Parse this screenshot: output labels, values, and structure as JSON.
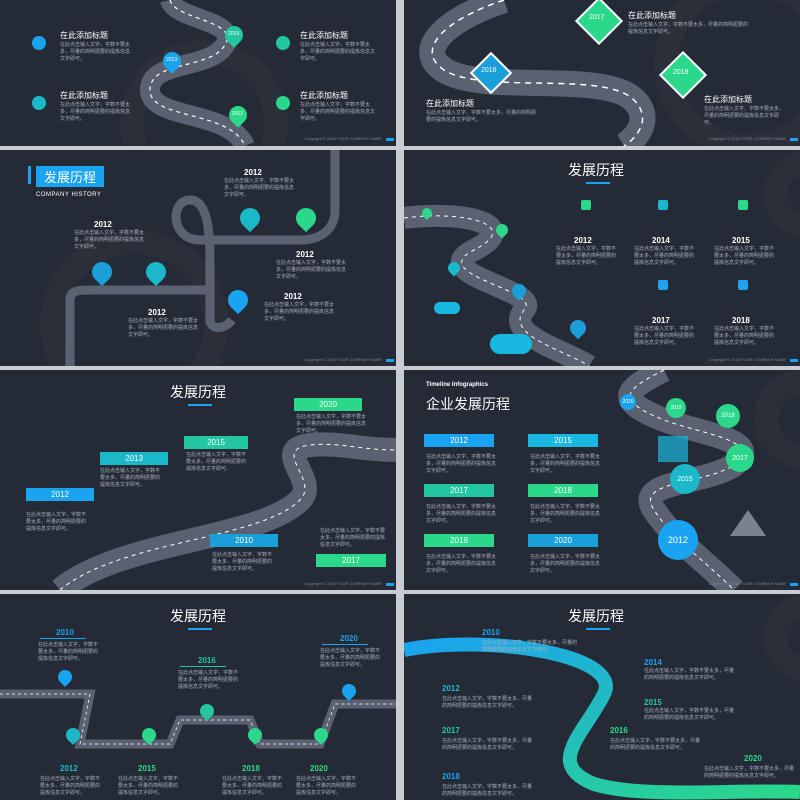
{
  "slide1": {
    "items": [
      {
        "title": "在此添加标题",
        "desc": "在此点击输入文字，字数不要太多，尽量的简明扼要的提炼信息文字即可。"
      },
      {
        "title": "在此添加标题",
        "desc": "在此点击输入文字，字数不要太多，尽量的简明扼要的提炼信息文字即可。"
      },
      {
        "title": "在此添加标题",
        "desc": "在此点击输入文字，字数不要太多，尽量的简明扼要的提炼信息文字即可。"
      },
      {
        "title": "在此添加标题",
        "desc": "在此点击输入文字，字数不要太多，尽量的简明扼要的提炼信息文字即可。"
      }
    ],
    "pins": [
      "2019",
      "2013",
      "2012"
    ],
    "footer": "Copyright © 2018 YOUR COMPANY NAME"
  },
  "slide2": {
    "signs": [
      "2017",
      "2016",
      "2018"
    ],
    "items": [
      {
        "title": "在此添加标题",
        "desc": "在此点击输入文字，字数不要太多，尽量的简明扼要的提炼信息文字即可。"
      },
      {
        "title": "在此添加标题",
        "desc": "在此点击输入文字，字数不要太多，尽量的简明扼要的提炼信息文字即可。"
      },
      {
        "title": "在此添加标题",
        "desc": "在此点击输入文字，字数不要太多，尽量的简明扼要的提炼信息文字即可。"
      }
    ],
    "footer": "Copyright © 2018 YOUR COMPANY NAME"
  },
  "slide3": {
    "title": "发展历程",
    "subtitle": "COMPANY HISTORY",
    "years": [
      "2012",
      "2012",
      "2012",
      "2012",
      "2012"
    ],
    "desc": "在此点击输入文字，字数不要太多，尽量的简明扼要的提炼信息文字即可。",
    "footer": "Copyright © 2018 YOUR COMPANY NAME"
  },
  "slide4": {
    "title": "发展历程",
    "years": [
      "2012",
      "2014",
      "2015",
      "2017",
      "2018"
    ],
    "desc": "在此点击输入文字，字数不要太多，尽量的简明扼要的提炼信息文字即可。",
    "footer": "Copyright © 2018 YOUR COMPANY NAME"
  },
  "slide5": {
    "title": "发展历程",
    "flags": [
      "2020",
      "2015",
      "2013",
      "2012",
      "2010",
      "2017"
    ],
    "desc": "在此点击输入文字，字数不要太多，尽量的简明扼要的提炼信息文字即可。",
    "footer": "Copyright © 2018 YOUR COMPANY NAME"
  },
  "slide6": {
    "tag": "Timeline Infographics",
    "title": "企业发展历程",
    "bars": [
      "2012",
      "2015",
      "2017",
      "2018",
      "2019",
      "2020"
    ],
    "pins": [
      "2020",
      "2019",
      "2018",
      "2017",
      "2015",
      "2012"
    ],
    "desc": "在此点击输入文字，字数不要太多，尽量的简明扼要的提炼信息文字即可。",
    "footer": "Copyright © 2018 YOUR COMPANY NAME"
  },
  "slide7": {
    "title": "发展历程",
    "years": [
      "2010",
      "2016",
      "2020",
      "2012",
      "2015",
      "2018",
      "2020"
    ],
    "desc": "在此点击输入文字，字数不要太多，尽量的简明扼要的提炼信息文字即可。"
  },
  "slide8": {
    "title": "发展历程",
    "years": [
      "2010",
      "2014",
      "2012",
      "2015",
      "2017",
      "2016",
      "2018",
      "2020"
    ],
    "desc": "在此点击输入文字，字数不要太多，尽量的简明扼要的提炼信息文字即可。"
  },
  "colors": {
    "bg": "#252b36",
    "blue": "#1aa3f0",
    "green": "#2bd88a",
    "road": "#5a6170"
  }
}
